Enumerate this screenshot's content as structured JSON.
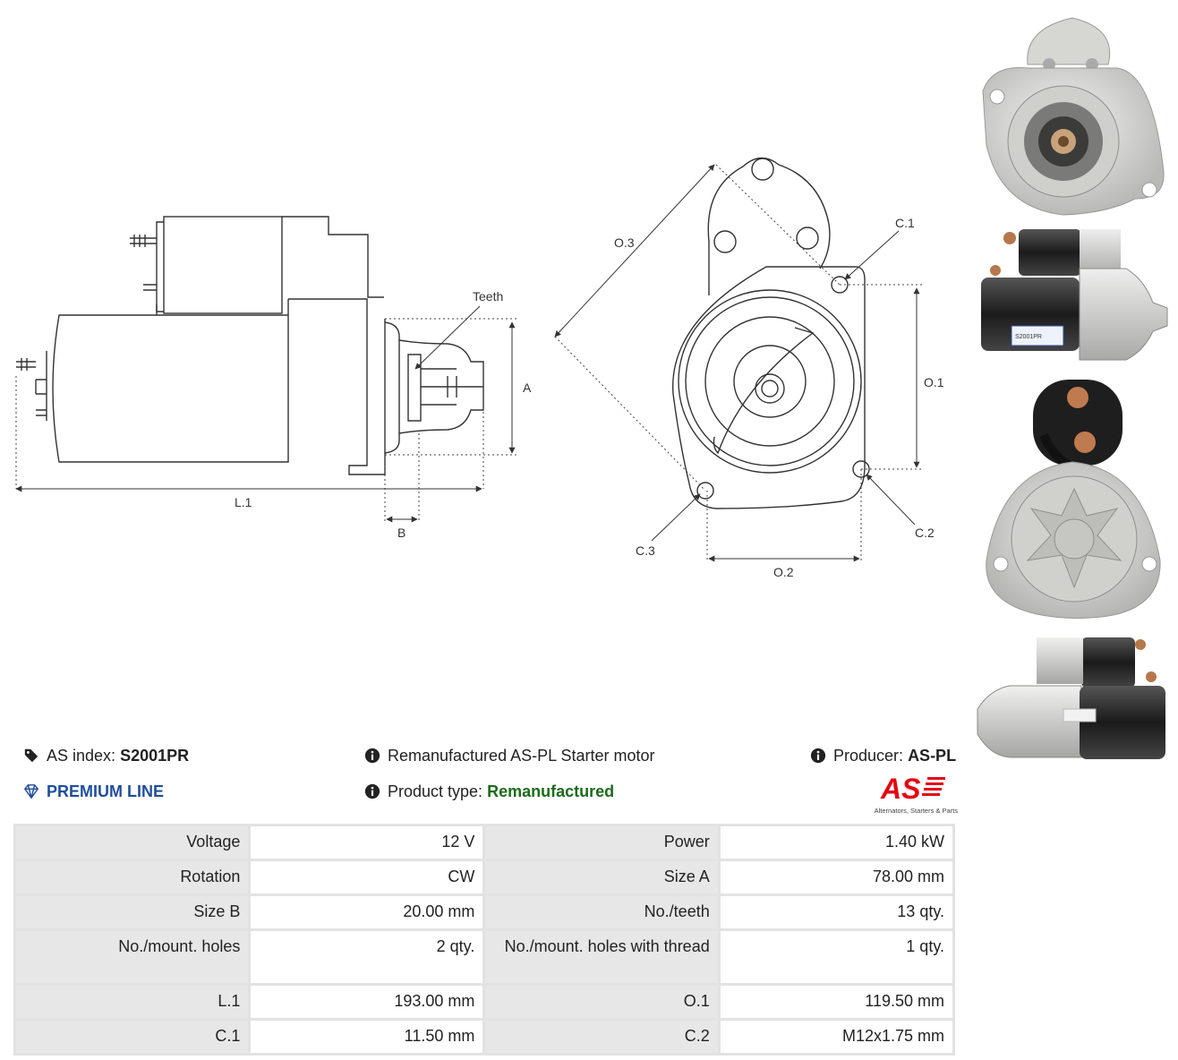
{
  "drawing": {
    "labels": {
      "teeth": "Teeth",
      "a": "A",
      "b": "B",
      "l1": "L.1",
      "o1": "O.1",
      "o2": "O.2",
      "o3": "O.3",
      "c1": "C.1",
      "c2": "C.2",
      "c3": "C.3"
    }
  },
  "photos": {
    "label_text": "S2001PR"
  },
  "info": {
    "index_label": "AS index:",
    "index_value": "S2001PR",
    "description": "Remanufactured AS-PL Starter motor",
    "producer_label": "Producer:",
    "producer_value": "AS-PL",
    "line": "PREMIUM LINE",
    "type_label": "Product type:",
    "type_value": "Remanufactured"
  },
  "logo": {
    "mark": "AS",
    "tagline": "Alternators, Starters & Parts",
    "color": "#e30613"
  },
  "specs": [
    {
      "l1": "Voltage",
      "v1": "12 V",
      "l2": "Power",
      "v2": "1.40 kW"
    },
    {
      "l1": "Rotation",
      "v1": "CW",
      "l2": "Size A",
      "v2": "78.00 mm"
    },
    {
      "l1": "Size B",
      "v1": "20.00 mm",
      "l2": "No./teeth",
      "v2": "13 qty."
    },
    {
      "l1": "No./mount. holes",
      "v1": "2 qty.",
      "l2": "No./mount. holes with thread",
      "v2": "1 qty."
    },
    {
      "l1": "L.1",
      "v1": "193.00 mm",
      "l2": "O.1",
      "v2": "119.50 mm"
    },
    {
      "l1": "C.1",
      "v1": "11.50 mm",
      "l2": "C.2",
      "v2": "M12x1.75 mm"
    }
  ]
}
